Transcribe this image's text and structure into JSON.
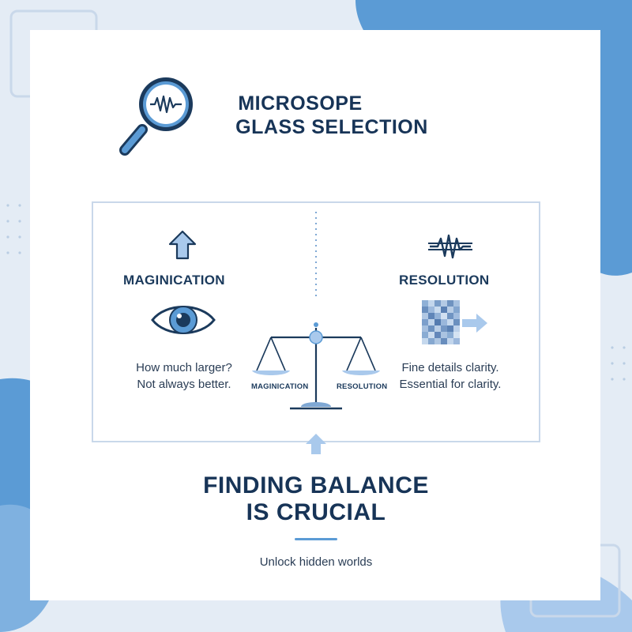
{
  "header": {
    "title_line1": "MICROSOPE",
    "title_line2": "GLASS SELECTION",
    "icon": "magnifying-glass-icon"
  },
  "comparison": {
    "left": {
      "title": "MAGINICATION",
      "description_line1": "How much larger?",
      "description_line2": "Not always better.",
      "icons": [
        "arrow-up-icon",
        "eye-icon"
      ]
    },
    "right": {
      "title": "RESOLUTION",
      "description_line1": "Fine details clarity.",
      "description_line2": "Essential for clarity.",
      "icons": [
        "waveform-icon",
        "pixelated-image-icon",
        "arrow-right-icon"
      ]
    },
    "scale": {
      "left_pan_label": "MAGINICATION",
      "right_pan_label": "RESOLUTION",
      "icon": "balance-scale-icon"
    }
  },
  "footer": {
    "headline_line1": "FINDING BALANCE",
    "headline_line2": "IS CRUCIAL",
    "tagline": "Unlock hidden worlds"
  },
  "colors": {
    "navy": "#173457",
    "accent_blue": "#5b9bd5",
    "light_blue": "#a9c9ec",
    "background": "#e4ecf5"
  }
}
